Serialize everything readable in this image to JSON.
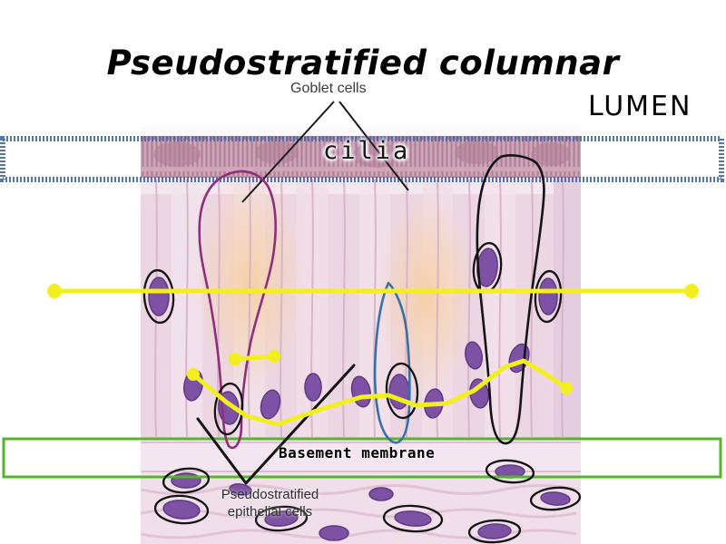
{
  "title": "Pseudostratified columnar",
  "labels": {
    "goblet_cells": "Goblet cells",
    "lumen": "LUMEN",
    "cilia": "cilia",
    "basement_membrane": "Basement membrane",
    "epithelial_line1": "Pseudostratified",
    "epithelial_line2": "epithelial cells"
  },
  "colors": {
    "highlight_yellow": "#f3ef1e",
    "cilia_box_blue": "#4a6fa8",
    "basement_box_green": "#58b32c",
    "goblet_cell_outline_magenta": "#8e2f7a",
    "cell_outline_blue": "#3a6ea5",
    "cell_outline_black": "#141414",
    "nucleus_purple": "#7d52a5",
    "tissue_pink": "#ead2e1"
  }
}
